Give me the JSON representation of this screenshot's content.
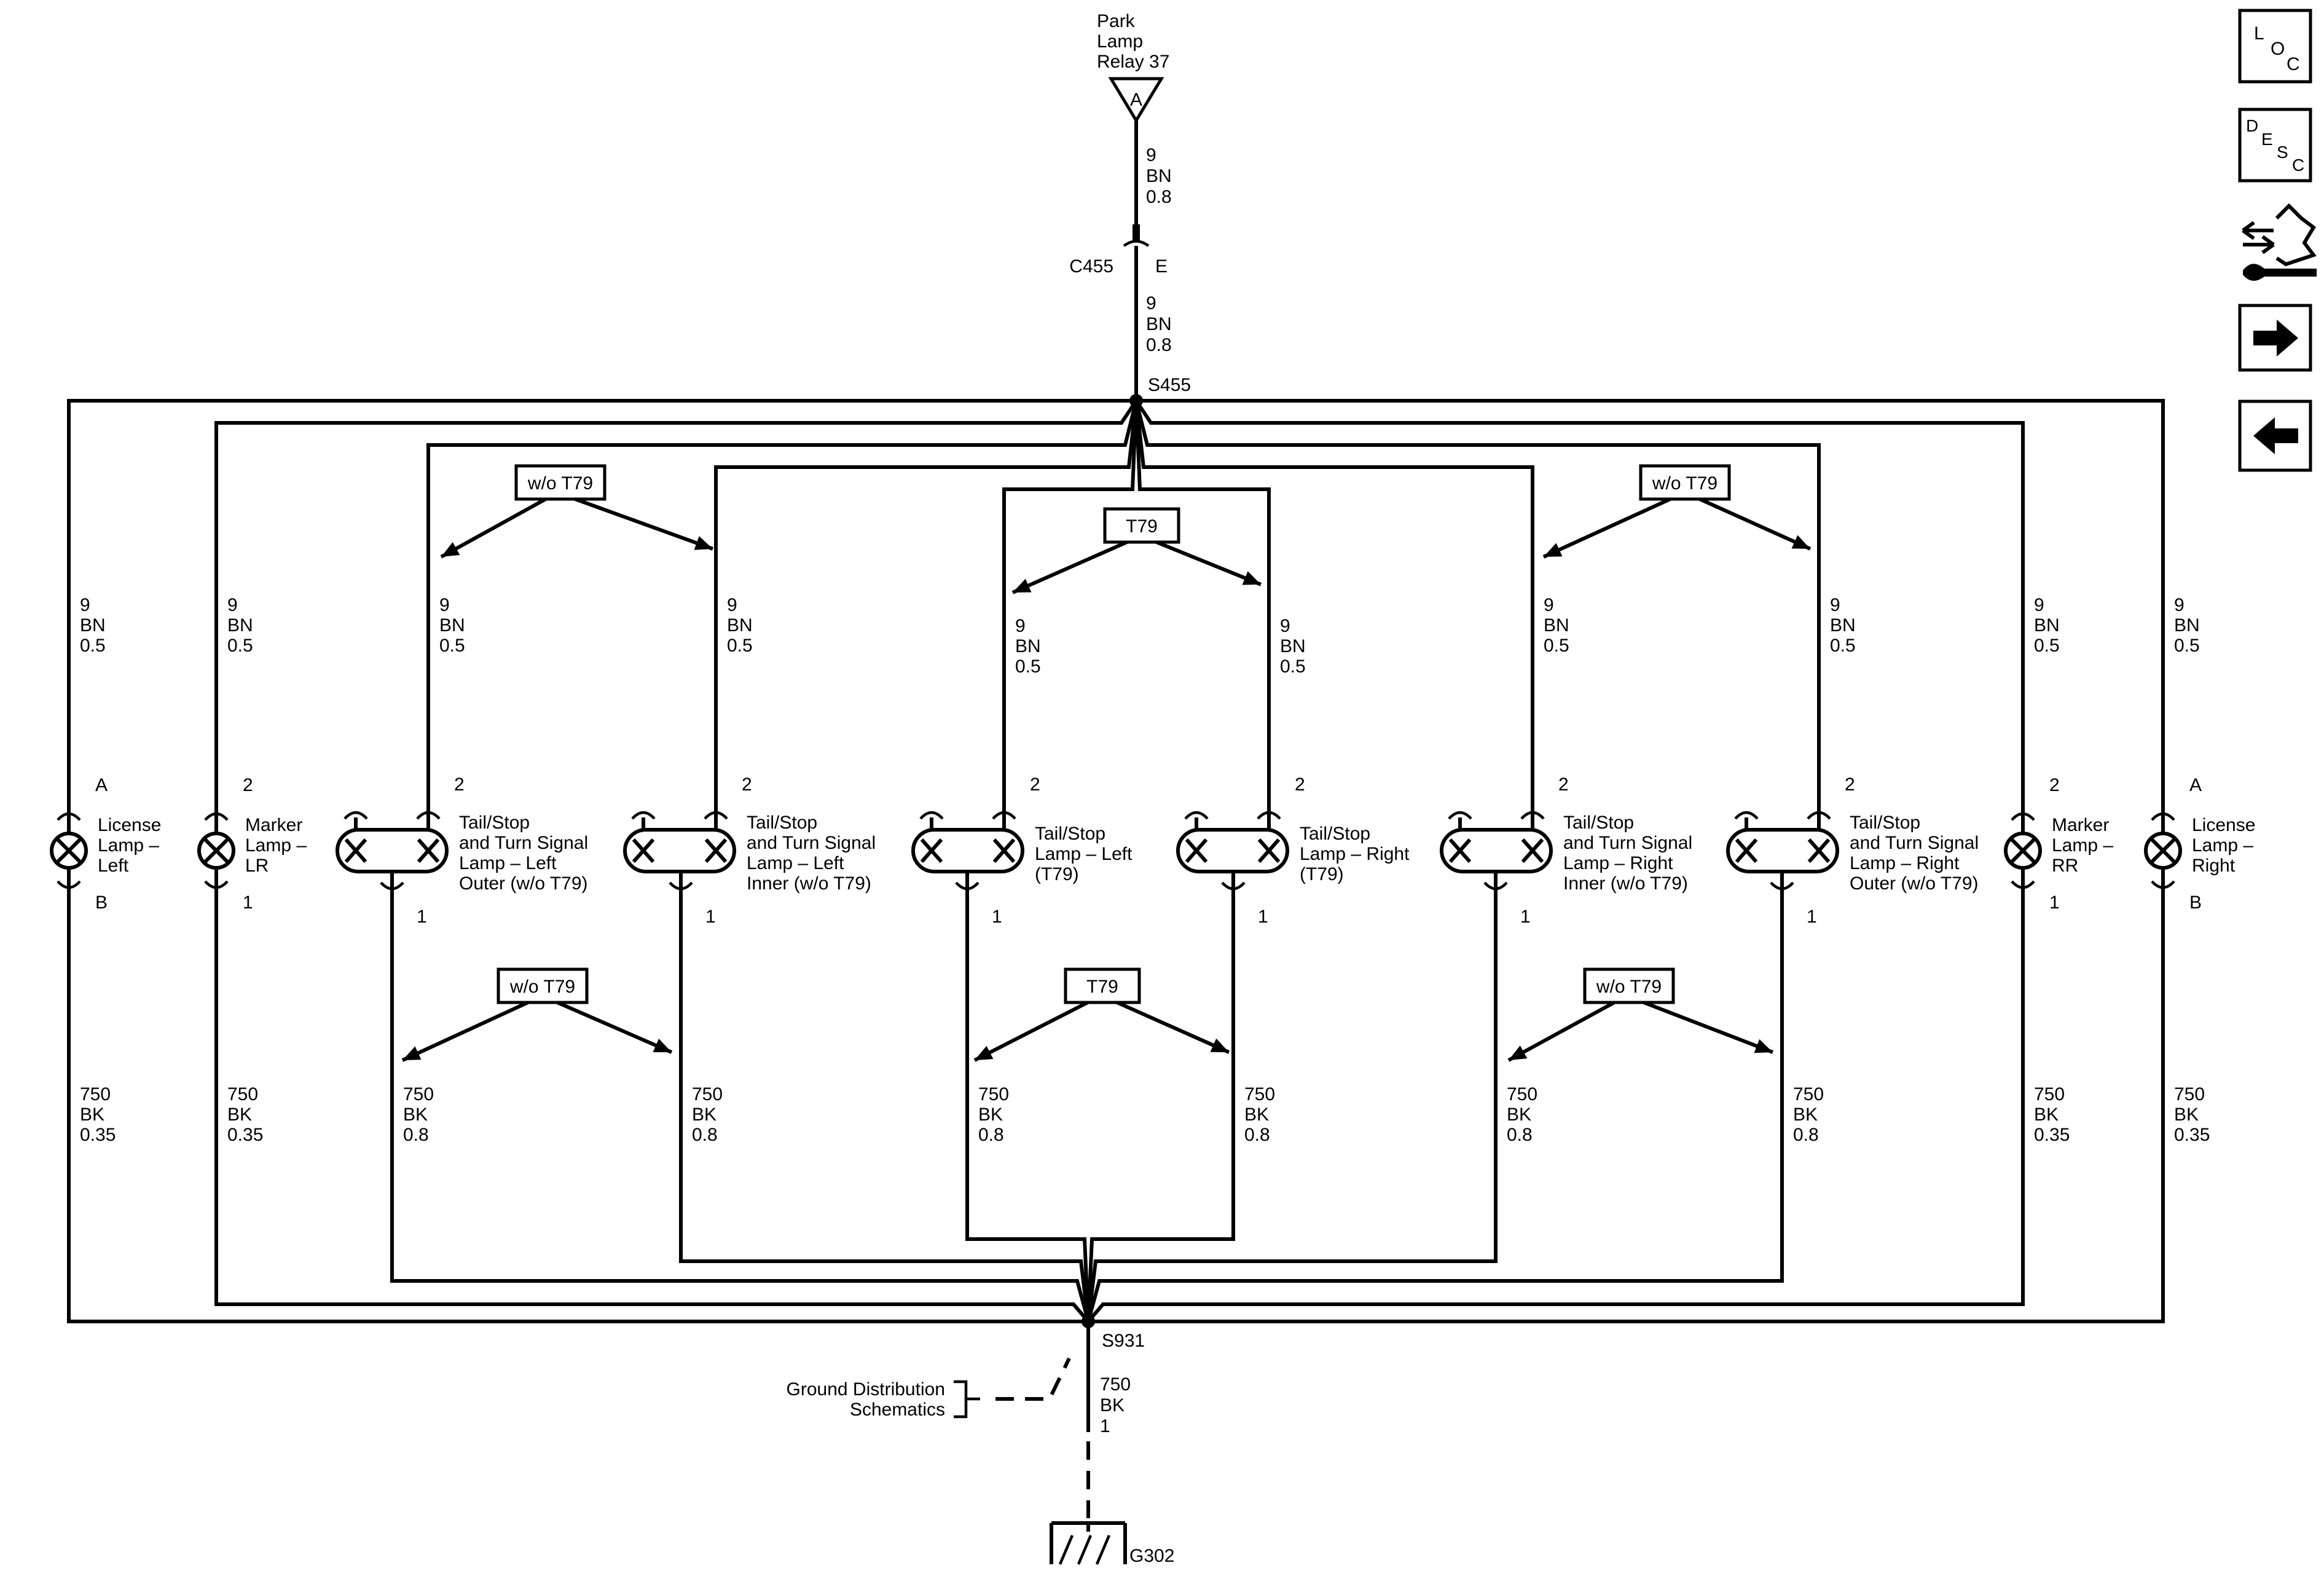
{
  "source": {
    "lines": [
      "Park",
      "Lamp",
      "Relay 37"
    ],
    "terminal": "A"
  },
  "feed_wire_top": [
    "9",
    "BN",
    "0.8"
  ],
  "feed_wire_bottom": [
    "9",
    "BN",
    "0.8"
  ],
  "connector": {
    "name": "C455",
    "pin": "E"
  },
  "splice_top": "S455",
  "splice_bottom": "S931",
  "option_boxes": {
    "without": "w/o T79",
    "with": "T79"
  },
  "lamps": [
    {
      "name": [
        "License",
        "Lamp –",
        "Left"
      ],
      "pin_top": "A",
      "pin_bottom": "B",
      "supply": [
        "9",
        "BN",
        "0.5"
      ],
      "ground": [
        "750",
        "BK",
        "0.35"
      ]
    },
    {
      "name": [
        "Marker",
        "Lamp –",
        "LR"
      ],
      "pin_top": "2",
      "pin_bottom": "1",
      "supply": [
        "9",
        "BN",
        "0.5"
      ],
      "ground": [
        "750",
        "BK",
        "0.35"
      ]
    },
    {
      "name": [
        "Tail/Stop",
        "and Turn Signal",
        "Lamp – Left",
        "Outer (w/o T79)"
      ],
      "pin_top": "2",
      "pin_bottom": "1",
      "supply": [
        "9",
        "BN",
        "0.5"
      ],
      "ground": [
        "750",
        "BK",
        "0.8"
      ]
    },
    {
      "name": [
        "Tail/Stop",
        "and Turn Signal",
        "Lamp – Left",
        "Inner (w/o T79)"
      ],
      "pin_top": "2",
      "pin_bottom": "1",
      "supply": [
        "9",
        "BN",
        "0.5"
      ],
      "ground": [
        "750",
        "BK",
        "0.8"
      ]
    },
    {
      "name": [
        "Tail/Stop",
        "Lamp – Left",
        "(T79)"
      ],
      "pin_top": "2",
      "pin_bottom": "1",
      "supply": [
        "9",
        "BN",
        "0.5"
      ],
      "ground": [
        "750",
        "BK",
        "0.8"
      ]
    },
    {
      "name": [
        "Tail/Stop",
        "Lamp – Right",
        "(T79)"
      ],
      "pin_top": "2",
      "pin_bottom": "1",
      "supply": [
        "9",
        "BN",
        "0.5"
      ],
      "ground": [
        "750",
        "BK",
        "0.8"
      ]
    },
    {
      "name": [
        "Tail/Stop",
        "and Turn Signal",
        "Lamp – Right",
        "Inner (w/o T79)"
      ],
      "pin_top": "2",
      "pin_bottom": "1",
      "supply": [
        "9",
        "BN",
        "0.5"
      ],
      "ground": [
        "750",
        "BK",
        "0.8"
      ]
    },
    {
      "name": [
        "Tail/Stop",
        "and Turn Signal",
        "Lamp – Right",
        "Outer (w/o T79)"
      ],
      "pin_top": "2",
      "pin_bottom": "1",
      "supply": [
        "9",
        "BN",
        "0.5"
      ],
      "ground": [
        "750",
        "BK",
        "0.8"
      ]
    },
    {
      "name": [
        "Marker",
        "Lamp –",
        "RR"
      ],
      "pin_top": "2",
      "pin_bottom": "1",
      "supply": [
        "9",
        "BN",
        "0.5"
      ],
      "ground": [
        "750",
        "BK",
        "0.35"
      ]
    },
    {
      "name": [
        "License",
        "Lamp –",
        "Right"
      ],
      "pin_top": "A",
      "pin_bottom": "B",
      "supply": [
        "9",
        "BN",
        "0.5"
      ],
      "ground": [
        "750",
        "BK",
        "0.35"
      ]
    }
  ],
  "ground_ref": [
    "Ground Distribution",
    "Schematics"
  ],
  "ground_wire": [
    "750",
    "BK",
    "1"
  ],
  "ground_point": "G302",
  "nav": {
    "loc": [
      "L",
      "O",
      "C"
    ],
    "desc": [
      "D",
      "E",
      "S",
      "C"
    ],
    "icons": [
      "connector-tool-icon",
      "forward-arrow-icon",
      "back-arrow-icon"
    ]
  }
}
